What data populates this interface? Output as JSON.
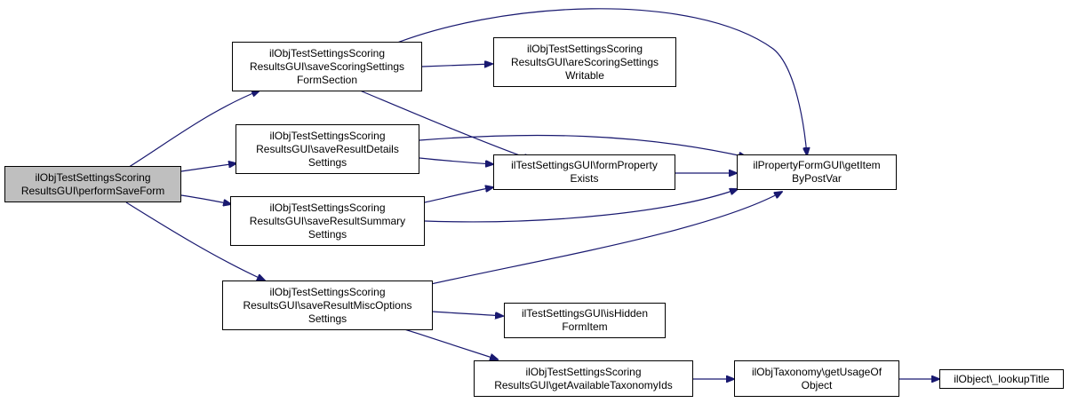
{
  "colors": {
    "edge": "#191970",
    "root_fill": "#bfbfbf",
    "node_fill": "#ffffff",
    "node_border": "#000000"
  },
  "nodes": {
    "root": "ilObjTestSettingsScoring\nResultsGUI\\performSaveForm",
    "saveScoring": "ilObjTestSettingsScoring\nResultsGUI\\saveScoringSettings\nFormSection",
    "saveDetails": "ilObjTestSettingsScoring\nResultsGUI\\saveResultDetails\nSettings",
    "saveSummary": "ilObjTestSettingsScoring\nResultsGUI\\saveResultSummary\nSettings",
    "saveMisc": "ilObjTestSettingsScoring\nResultsGUI\\saveResultMiscOptions\nSettings",
    "areWritable": "ilObjTestSettingsScoring\nResultsGUI\\areScoringSettings\nWritable",
    "formPropExists": "ilTestSettingsGUI\\formProperty\nExists",
    "getItem": "ilPropertyFormGUI\\getItem\nByPostVar",
    "isHidden": "ilTestSettingsGUI\\isHidden\nFormItem",
    "getTaxIds": "ilObjTestSettingsScoring\nResultsGUI\\getAvailableTaxonomyIds",
    "getUsage": "ilObjTaxonomy\\getUsageOf\nObject",
    "lookupTitle": "ilObject\\_lookupTitle"
  }
}
